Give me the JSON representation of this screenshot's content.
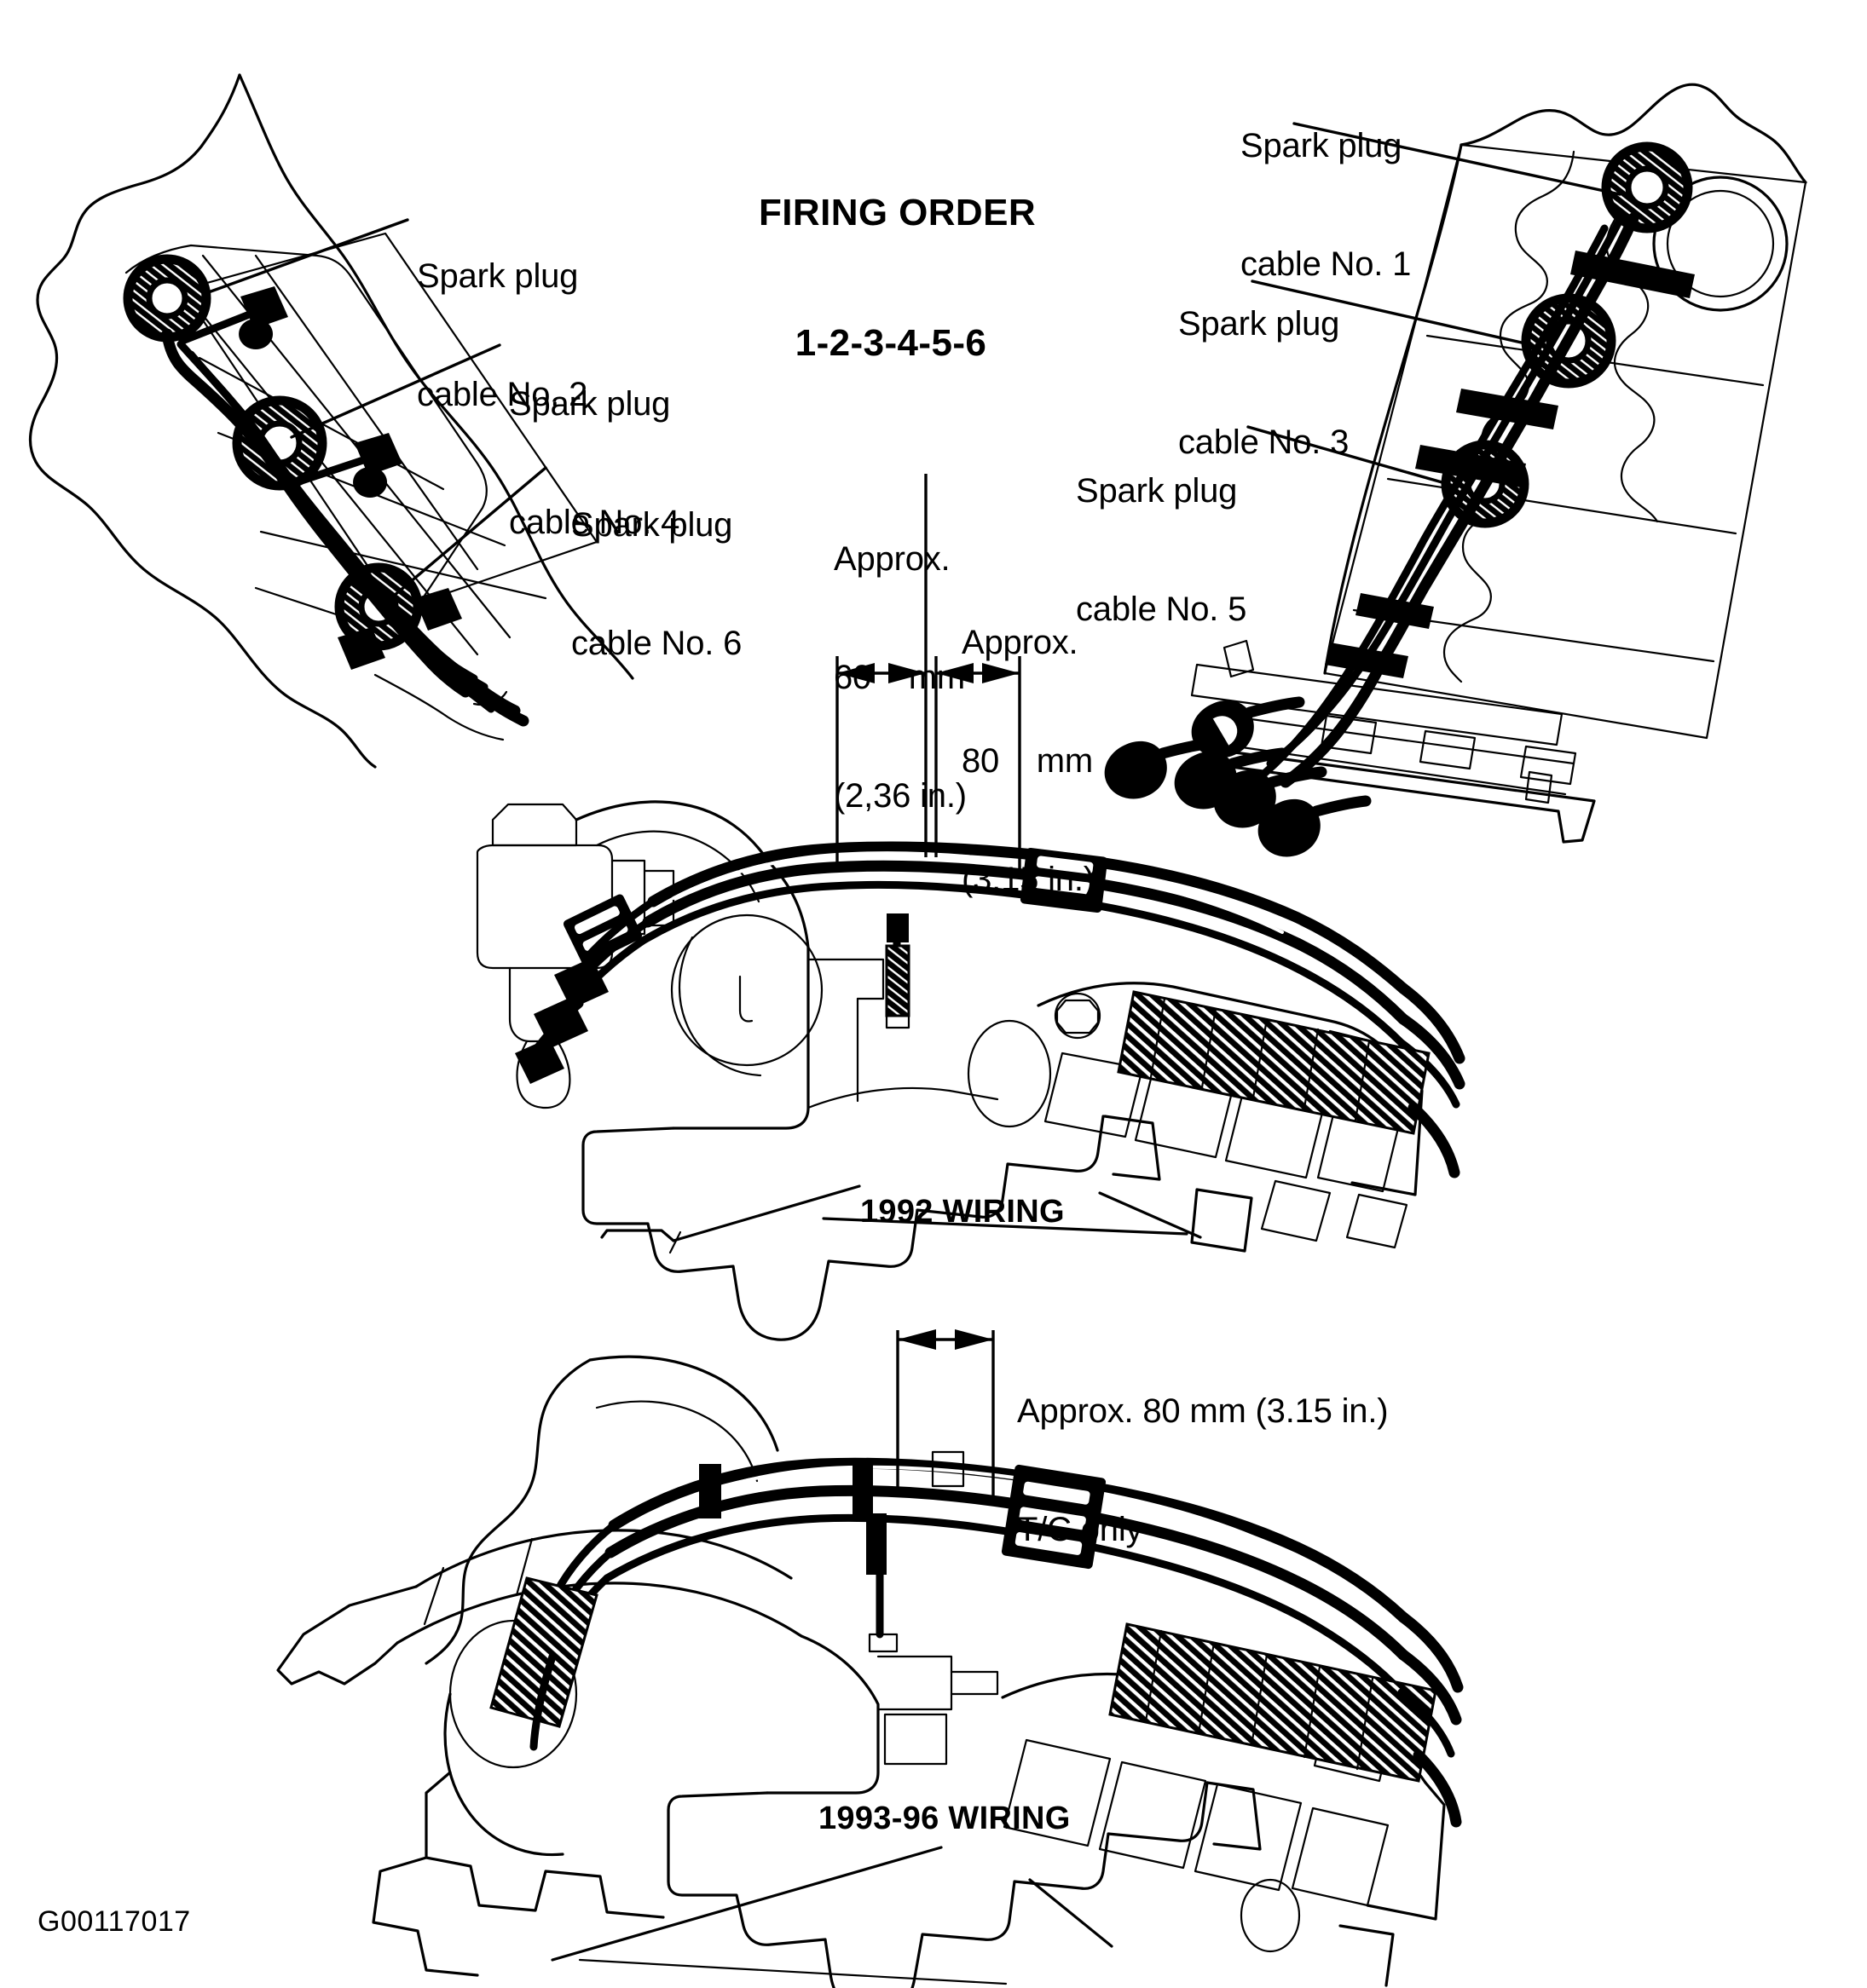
{
  "figure": {
    "id_code": "G00117017",
    "title": "FIRING ORDER",
    "firing_order": "1-2-3-4-5-6"
  },
  "callouts": {
    "left_head": [
      {
        "name": "cable-no-2",
        "line1": "Spark plug",
        "line2": "cable No. 2"
      },
      {
        "name": "cable-no-4",
        "line1": "Spark plug",
        "line2": "cable No. 4"
      },
      {
        "name": "cable-no-6",
        "line1": "Spark plug",
        "line2": "cable No. 6"
      }
    ],
    "right_head": [
      {
        "name": "cable-no-1",
        "line1": "Spark plug",
        "line2": "cable No. 1"
      },
      {
        "name": "cable-no-3",
        "line1": "Spark plug",
        "line2": "cable No. 3"
      },
      {
        "name": "cable-no-5",
        "line1": "Spark plug",
        "line2": "cable No. 5"
      }
    ]
  },
  "dimensions": {
    "upper_left": {
      "line1": "Approx.",
      "line2": "60    mm",
      "line3": "(2,36 in.)"
    },
    "upper_right": {
      "line1": "Approx.",
      "line2": "80    mm",
      "line3": "(3.15 in.)"
    },
    "lower": {
      "line1": "Approx. 80 mm (3.15 in.)",
      "line2": "T/C only"
    }
  },
  "views": {
    "wiring_1992": "1992 WIRING",
    "wiring_1993_96": "1993-96 WIRING"
  },
  "colors": {
    "ink": "#000000",
    "paper": "#ffffff"
  }
}
